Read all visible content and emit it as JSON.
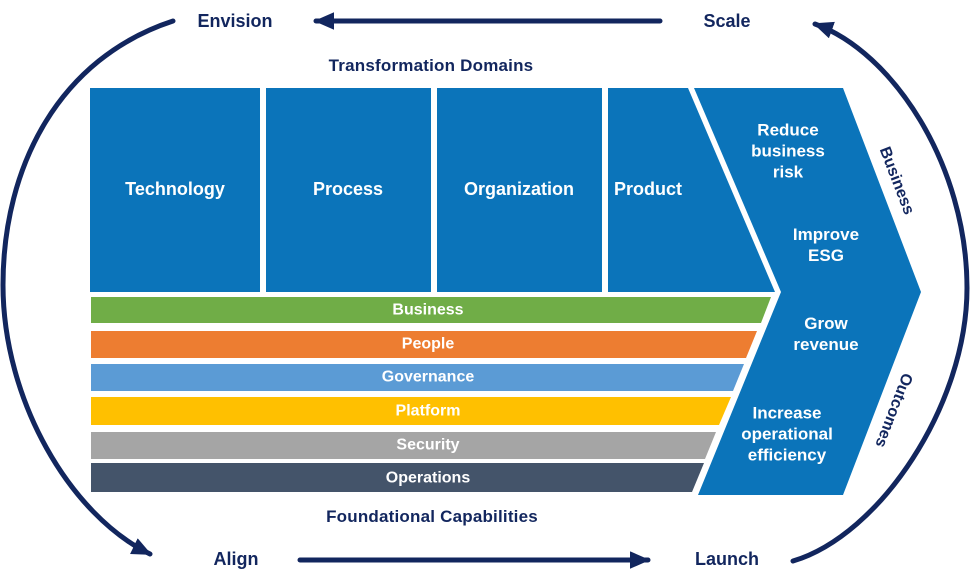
{
  "colors": {
    "main_blue": "#0b74ba",
    "navy": "#12265e",
    "white": "#ffffff"
  },
  "cycle": {
    "envision": "Envision",
    "scale": "Scale",
    "align": "Align",
    "launch": "Launch"
  },
  "headers": {
    "transformation_domains": "Transformation Domains",
    "foundational_capabilities": "Foundational Capabilities"
  },
  "domains": [
    "Technology",
    "Process",
    "Organization",
    "Product"
  ],
  "capabilities": [
    {
      "label": "Business",
      "color": "#70ad47"
    },
    {
      "label": "People",
      "color": "#ed7d31"
    },
    {
      "label": "Governance",
      "color": "#5b9bd5"
    },
    {
      "label": "Platform",
      "color": "#ffc000"
    },
    {
      "label": "Security",
      "color": "#a5a5a5"
    },
    {
      "label": "Operations",
      "color": "#44546a"
    }
  ],
  "outcomes": [
    "Reduce\nbusiness\nrisk",
    "Improve\nESG",
    "Grow\nrevenue",
    "Increase\noperational\nefficiency"
  ],
  "edge_labels": {
    "business": "Business",
    "outcomes": "Outcomes"
  }
}
